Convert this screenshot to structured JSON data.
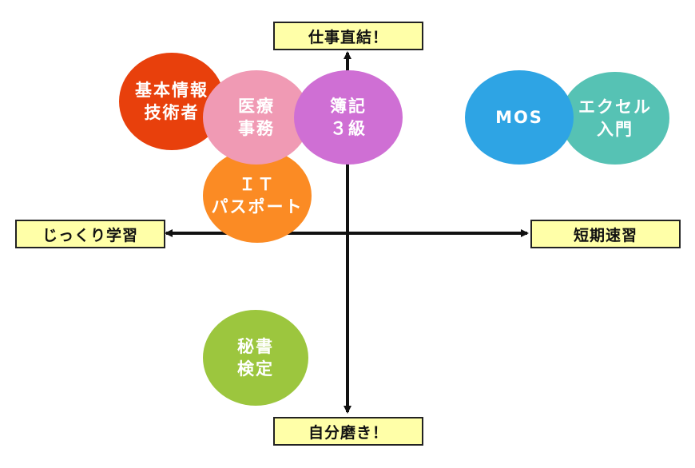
{
  "axis_labels": {
    "top": "仕事直結！",
    "bottom": "自分磨き！",
    "left": "じっくり学習",
    "right": "短期速習"
  },
  "colors": {
    "label_fill": "#ffffa8",
    "axis_line": "#111111"
  },
  "bubbles": [
    {
      "id": "kihon",
      "lines": [
        "基本情報",
        "技術者"
      ],
      "color": "#e8400c"
    },
    {
      "id": "iryo",
      "lines": [
        "医療",
        "事務"
      ],
      "color": "#f09ab4"
    },
    {
      "id": "boki",
      "lines": [
        "簿記",
        "３級"
      ],
      "color": "#cf6fd4"
    },
    {
      "id": "it",
      "lines": [
        "ＩＴ",
        "パスポート"
      ],
      "color": "#fb8b24"
    },
    {
      "id": "mos",
      "lines": [
        "MOS"
      ],
      "color": "#2ea4e4"
    },
    {
      "id": "excel",
      "lines": [
        "エクセル",
        "入門"
      ],
      "color": "#56c2b4"
    },
    {
      "id": "hisho",
      "lines": [
        "秘書",
        "検定"
      ],
      "color": "#9cc63e"
    }
  ]
}
